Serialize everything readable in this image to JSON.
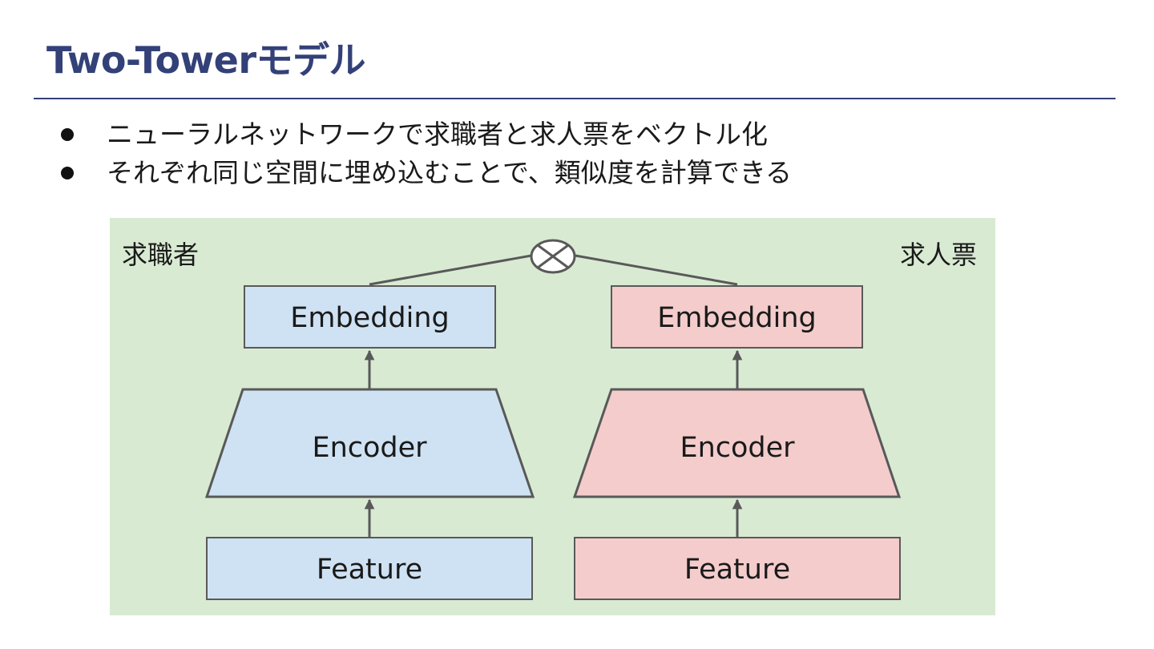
{
  "slide": {
    "title": "Two-Towerモデル"
  },
  "bullets": [
    "ニューラルネットワークで求職者と求人票をベクトル化",
    "それぞれ同じ空間に埋め込むことで、類似度を計算できる"
  ],
  "diagram": {
    "left_tower": {
      "label": "求職者",
      "embedding": "Embedding",
      "encoder": "Encoder",
      "feature": "Feature",
      "color": "#cfe2f3"
    },
    "right_tower": {
      "label": "求人票",
      "embedding": "Embedding",
      "encoder": "Encoder",
      "feature": "Feature",
      "color": "#f4cccc"
    },
    "background_color": "#d9ead3",
    "combine_icon": "circled-times-icon"
  },
  "colors": {
    "title": "#334178",
    "stroke": "#595959"
  }
}
